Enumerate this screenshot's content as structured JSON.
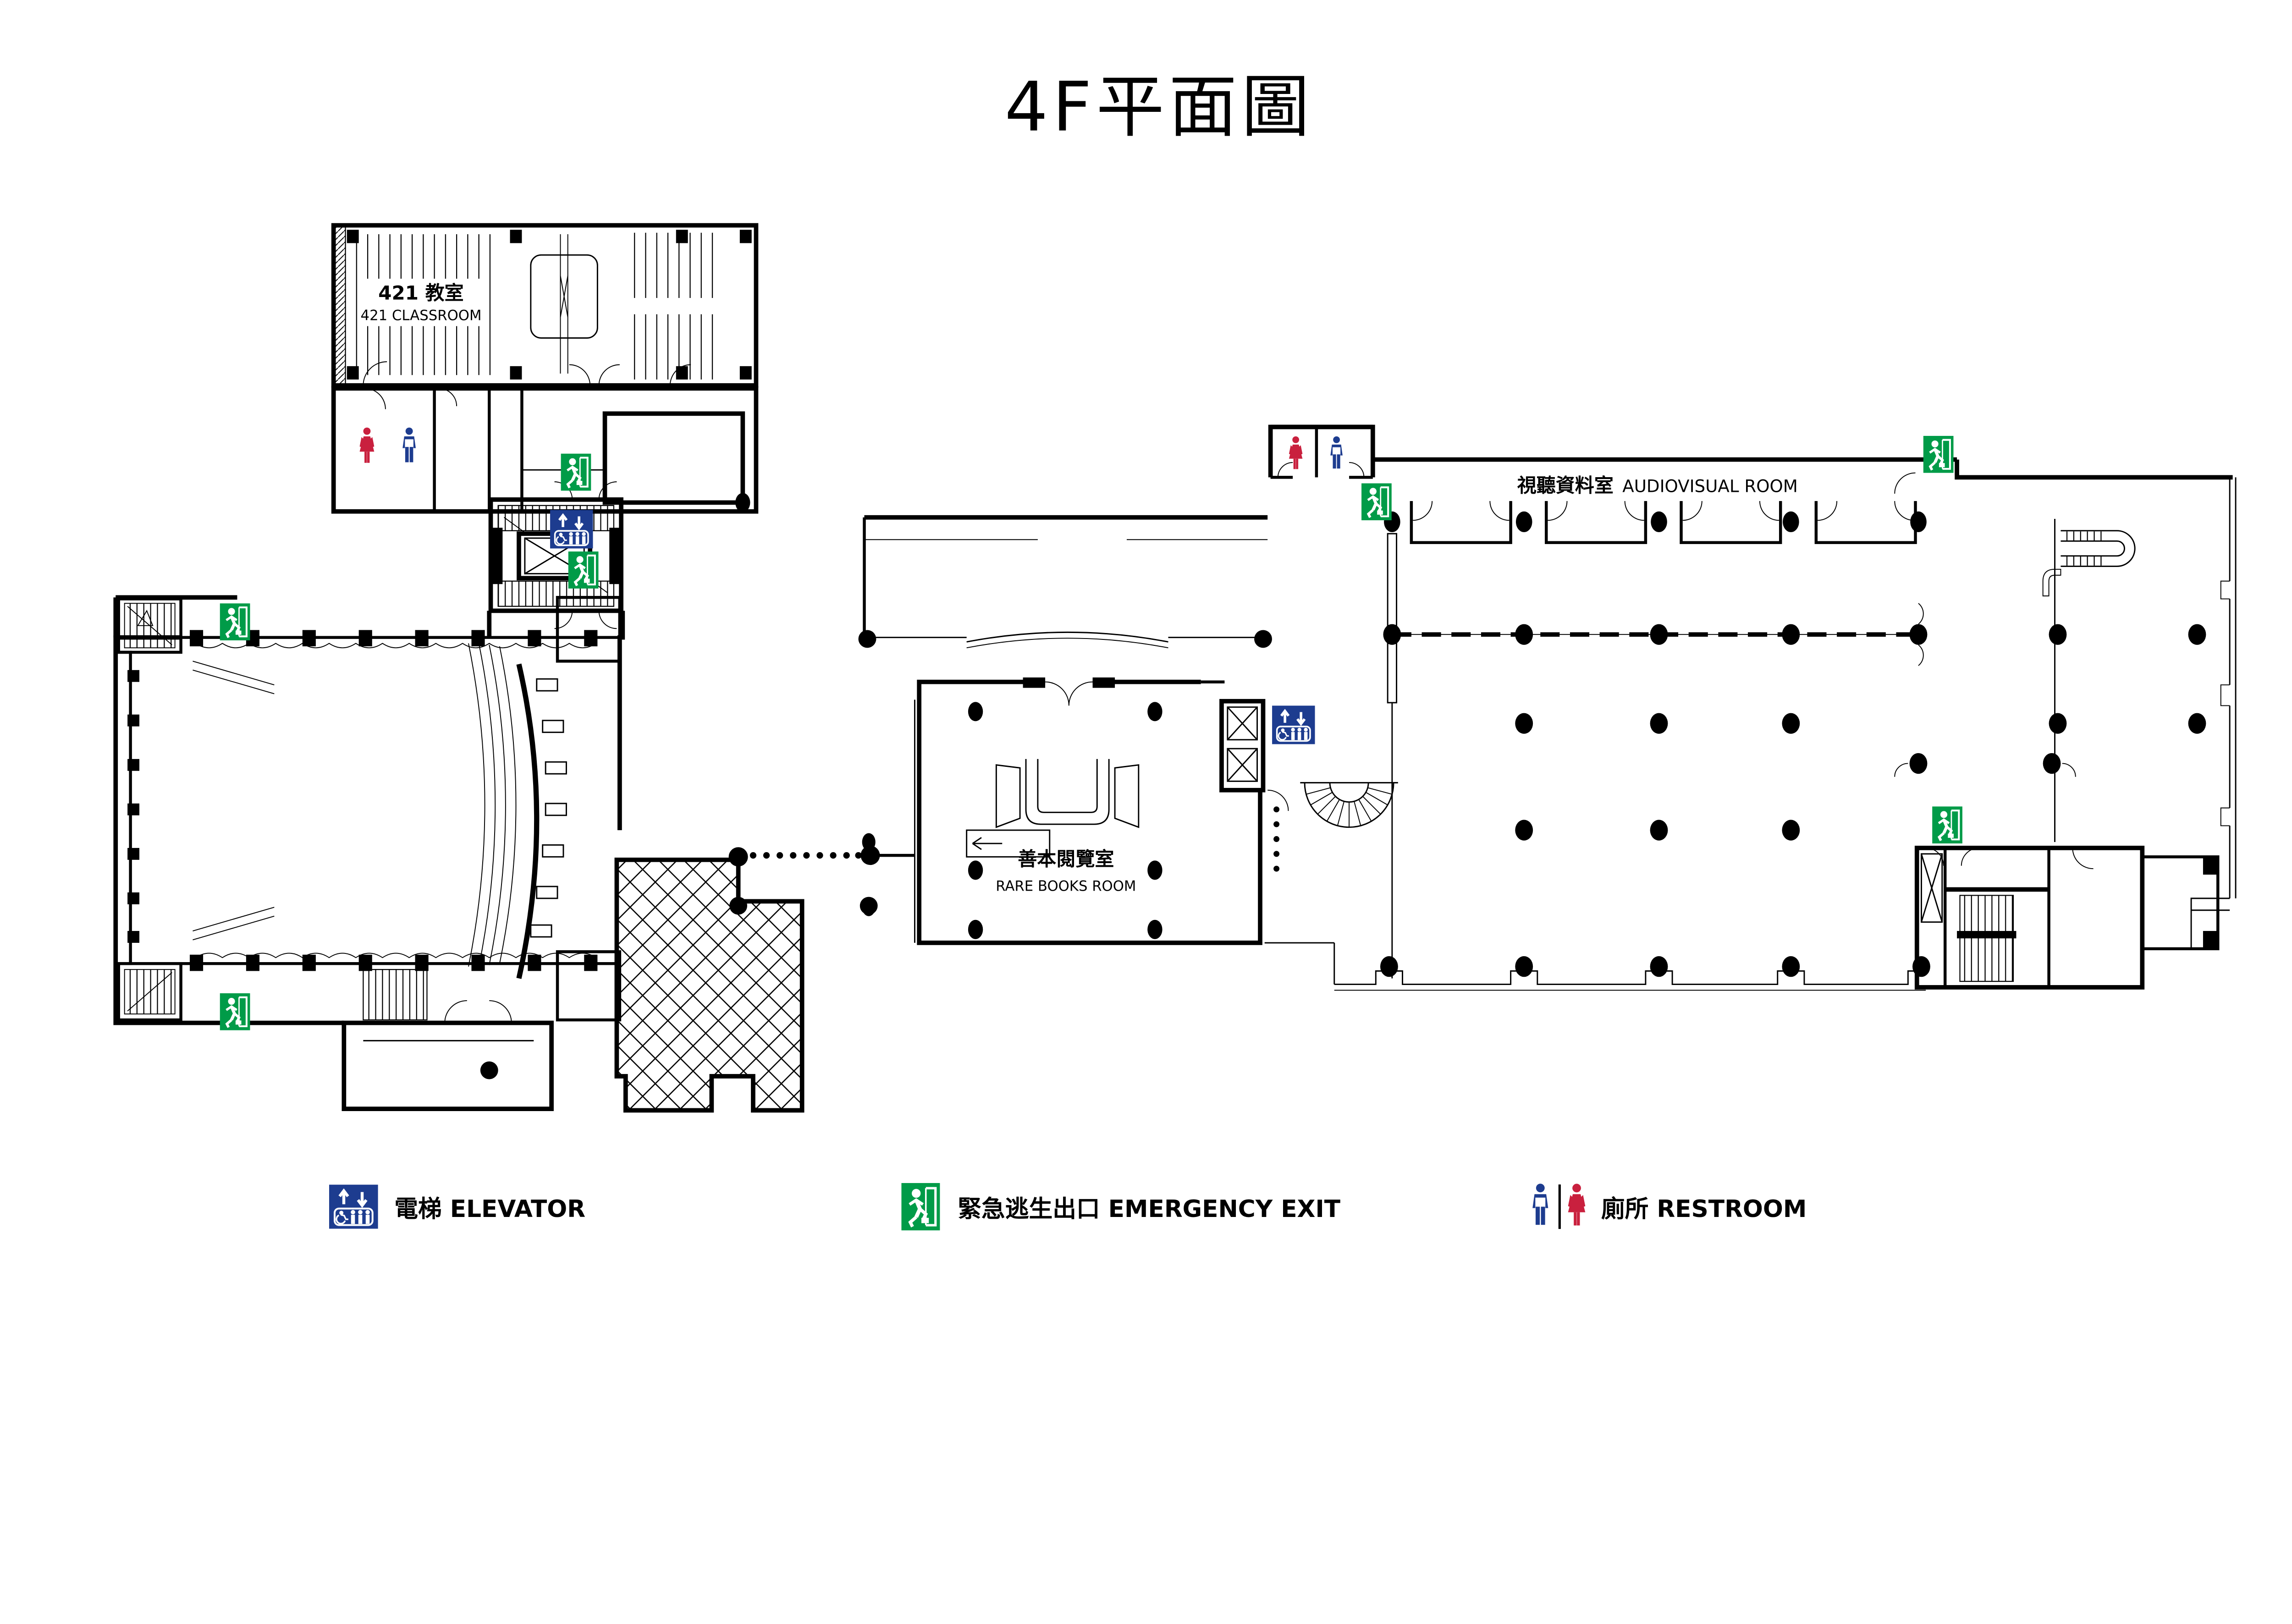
{
  "title": "4F平面圖",
  "rooms": {
    "classroom": {
      "zh": "421 教室",
      "en": "421 CLASSROOM"
    },
    "audiovisual": {
      "zh": "視聽資料室",
      "en": "AUDIOVISUAL ROOM"
    },
    "rare_books": {
      "zh": "善本閱覽室",
      "en": "RARE BOOKS ROOM"
    }
  },
  "legend": {
    "elevator_label": "電梯 ELEVATOR",
    "emergency_exit_label": "緊急逃生出口 EMERGENCY EXIT",
    "restroom_label": "廁所 RESTROOM"
  },
  "icons": {
    "elevator": "elevator-icon",
    "emergency_exit": "emergency-exit-icon",
    "male": "male-figure-icon",
    "female": "female-figure-icon"
  },
  "colors": {
    "elevator_blue": "#1D3C8F",
    "exit_green": "#009B48",
    "male_blue": "#1D3C8F",
    "female_red": "#C9203E",
    "line_black": "#000000"
  }
}
